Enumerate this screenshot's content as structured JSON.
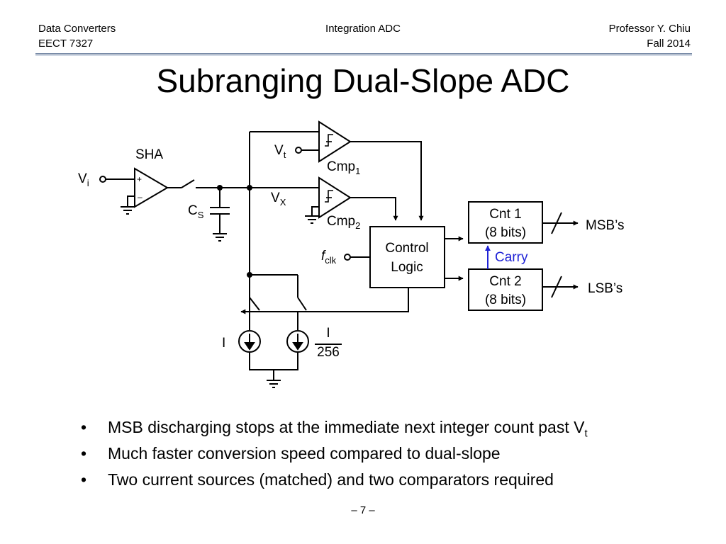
{
  "header": {
    "course": "Data Converters",
    "code": "EECT 7327",
    "topic": "Integration ADC",
    "professor": "Professor Y. Chiu",
    "term": "Fall 2014"
  },
  "title": "Subranging Dual-Slope ADC",
  "diagram": {
    "sha_label": "SHA",
    "vi": {
      "main": "V",
      "sub": "i"
    },
    "vt": {
      "main": "V",
      "sub": "t"
    },
    "vx": {
      "main": "V",
      "sub": "X"
    },
    "cs": {
      "main": "C",
      "sub": "S"
    },
    "cmp1": {
      "main": "Cmp",
      "sub": "1"
    },
    "cmp2": {
      "main": "Cmp",
      "sub": "2"
    },
    "fclk": {
      "main": "f",
      "sub": "clk"
    },
    "plus": "+",
    "minus": "–",
    "control_logic": [
      "Control",
      "Logic"
    ],
    "cnt1": [
      "Cnt 1",
      "(8 bits)"
    ],
    "cnt2": [
      "Cnt 2",
      "(8 bits)"
    ],
    "msbs": "MSB’s",
    "lsbs": "LSB’s",
    "carry": "Carry",
    "current_i": "I",
    "current_frac": {
      "numerator": "I",
      "denominator": "256"
    },
    "carry_color": "#1f22d6"
  },
  "bullets": [
    {
      "text": "MSB discharging stops at the immediate next integer count past V",
      "sub": "t"
    },
    {
      "text": "Much faster conversion speed compared to dual-slope",
      "sub": ""
    },
    {
      "text": "Two current sources (matched) and two comparators required",
      "sub": ""
    }
  ],
  "page_number": "– 7 –"
}
